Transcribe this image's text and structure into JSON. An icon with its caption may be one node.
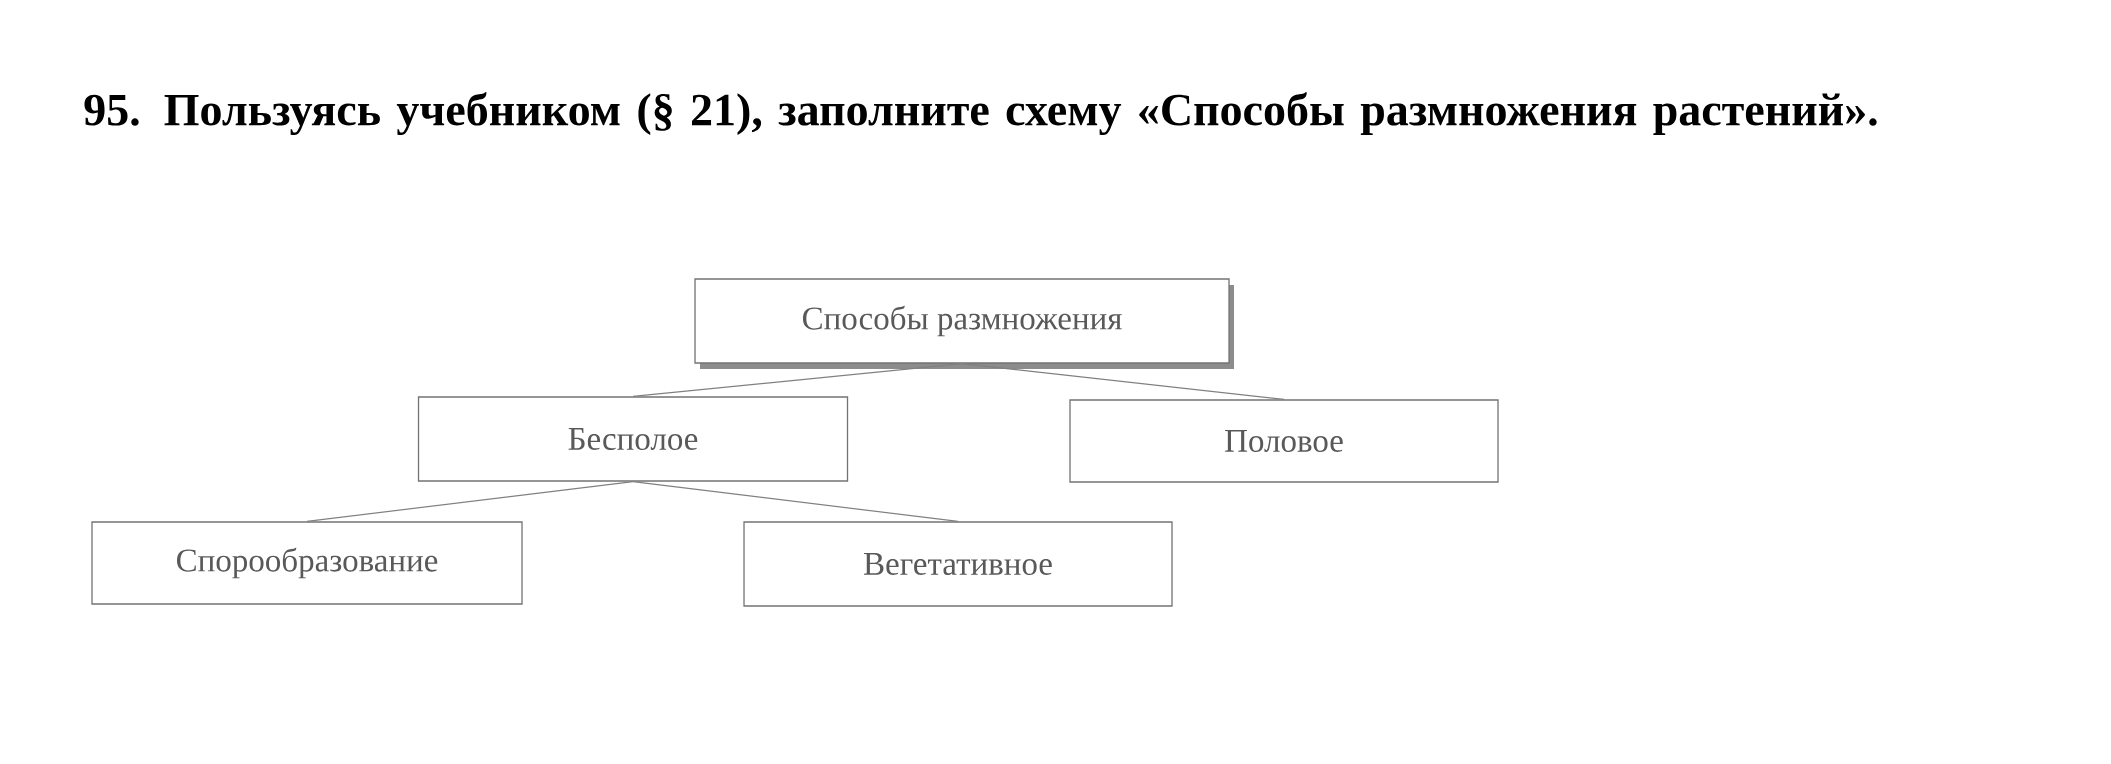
{
  "diagram": {
    "title": "95. Пользуясь учебником (§ 21), заполните схему «Способы размножения растений».",
    "nodes": [
      {
        "text": [
          "Способы размножения"
        ]
      },
      {
        "text": [
          "Бесполое"
        ]
      },
      {
        "text": [
          "Половое"
        ]
      },
      {
        "text": [
          "Спорообразование"
        ]
      },
      {
        "text": [
          "Вегетативное"
        ]
      }
    ],
    "edges": [
      {
        "from": 0,
        "to": 1,
        "arrow": "none"
      },
      {
        "from": 0,
        "to": 2,
        "arrow": "none"
      },
      {
        "from": 1,
        "to": 3,
        "arrow": "none"
      },
      {
        "from": 1,
        "to": 4,
        "arrow": "none"
      }
    ]
  }
}
